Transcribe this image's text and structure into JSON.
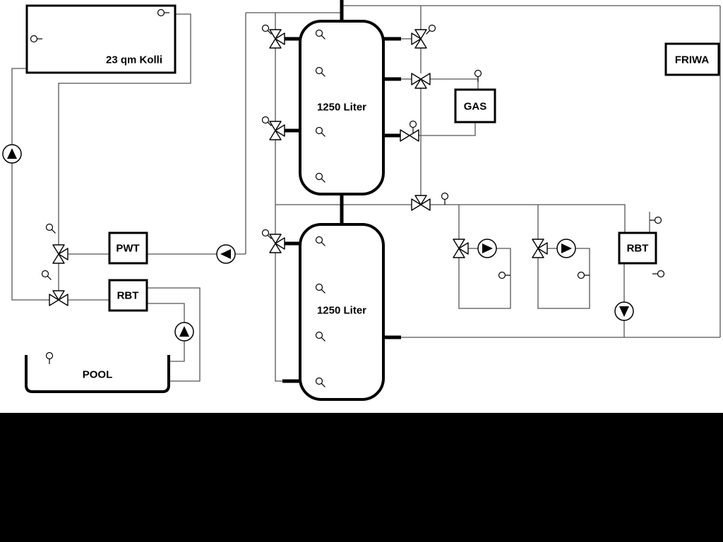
{
  "diagram": {
    "collector": {
      "label": "23 qm Kolli"
    },
    "tank_top": {
      "label": "1250 Liter"
    },
    "tank_bottom": {
      "label": "1250 Liter"
    },
    "gas_boiler": {
      "label": "GAS"
    },
    "friwa": {
      "label": "FRIWA"
    },
    "pwt": {
      "label": "PWT"
    },
    "rbt_left": {
      "label": "RBT"
    },
    "rbt_right": {
      "label": "RBT"
    },
    "pool": {
      "label": "POOL"
    },
    "colors": {
      "background": "#ffffff",
      "letterbox": "#000000",
      "equipment_outline": "#000000",
      "pipe": "#555555",
      "equipment_fill": "#ffffff"
    }
  }
}
